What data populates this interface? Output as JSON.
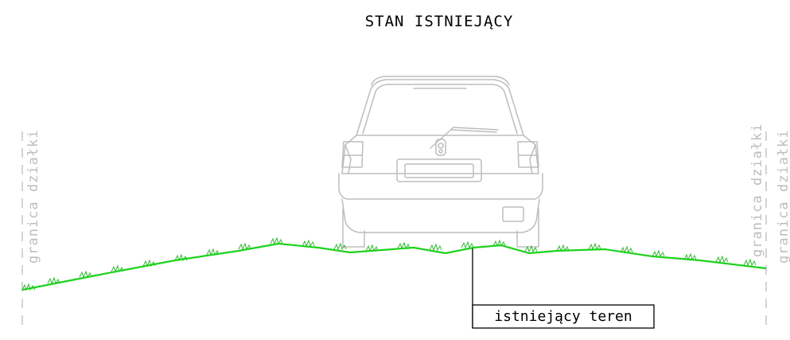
{
  "title": "STAN ISTNIEJĄCY",
  "boundary_left_label": "granica działki",
  "boundary_right_label_1": "granica działki",
  "boundary_right_label_2": "granica działki",
  "terrain_label": "istniejący teren",
  "colors": {
    "terrain": "#1ED21E",
    "grass": "#34b834",
    "car": "#bdbdbd",
    "boundary": "#bdbdbd",
    "text": "#000000"
  },
  "icons": [
    "car-rear-view-icon"
  ]
}
